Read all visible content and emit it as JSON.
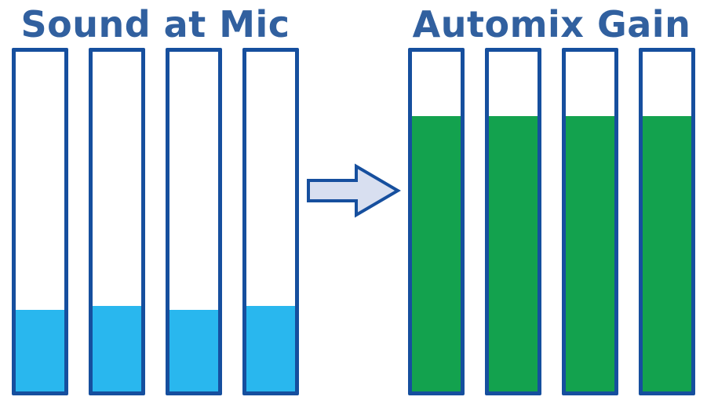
{
  "diagram": {
    "left": {
      "title": "Sound at Mic",
      "bars": [
        {
          "fill_percent": 24
        },
        {
          "fill_percent": 25
        },
        {
          "fill_percent": 24
        },
        {
          "fill_percent": 25
        }
      ]
    },
    "right": {
      "title": "Automix Gain",
      "bars": [
        {
          "fill_percent": 81
        },
        {
          "fill_percent": 81
        },
        {
          "fill_percent": 81
        },
        {
          "fill_percent": 81
        }
      ]
    },
    "arrow": {
      "direction": "right"
    }
  },
  "colors": {
    "border": "#164f9e",
    "title_text": "#31609f",
    "mic_fill": "#29b7ee",
    "gain_fill": "#13a24e",
    "arrow_fill": "#d8dff0"
  }
}
